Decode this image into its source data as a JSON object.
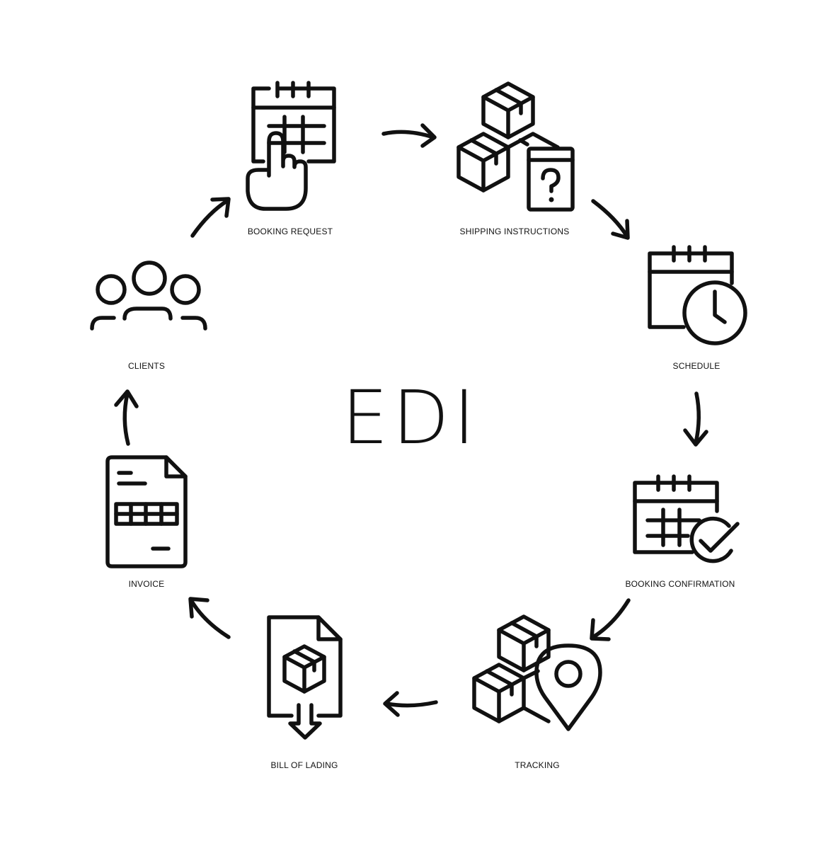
{
  "title": "EDI",
  "colors": {
    "stroke": "#111111",
    "background": "#ffffff"
  },
  "nodes": [
    {
      "id": "booking-request",
      "label": "BOOKING REQUEST",
      "icon": "calendar-hand-icon"
    },
    {
      "id": "shipping-instructions",
      "label": "SHIPPING INSTRUCTIONS",
      "icon": "boxes-document-question-icon"
    },
    {
      "id": "schedule",
      "label": "SCHEDULE",
      "icon": "calendar-clock-icon"
    },
    {
      "id": "booking-confirmation",
      "label": "BOOKING CONFIRMATION",
      "icon": "calendar-check-icon"
    },
    {
      "id": "tracking",
      "label": "TRACKING",
      "icon": "boxes-location-pin-icon"
    },
    {
      "id": "bill-of-lading",
      "label": "BILL OF LADING",
      "icon": "document-box-download-icon"
    },
    {
      "id": "invoice",
      "label": "INVOICE",
      "icon": "invoice-document-icon"
    },
    {
      "id": "clients",
      "label": "CLIENTS",
      "icon": "people-group-icon"
    }
  ],
  "flow": [
    [
      "booking-request",
      "shipping-instructions"
    ],
    [
      "shipping-instructions",
      "schedule"
    ],
    [
      "schedule",
      "booking-confirmation"
    ],
    [
      "booking-confirmation",
      "tracking"
    ],
    [
      "tracking",
      "bill-of-lading"
    ],
    [
      "bill-of-lading",
      "invoice"
    ],
    [
      "invoice",
      "clients"
    ],
    [
      "clients",
      "booking-request"
    ]
  ]
}
